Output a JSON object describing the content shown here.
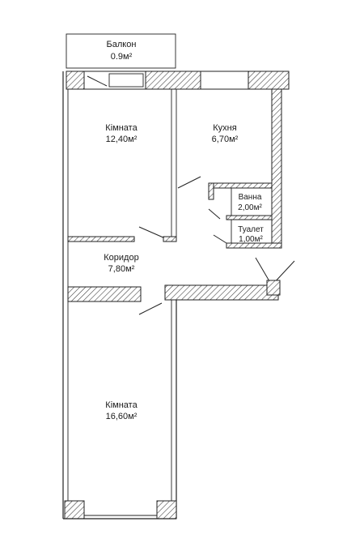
{
  "rooms": {
    "balcony": {
      "name": "Балкон",
      "area": "0.9м²"
    },
    "room1": {
      "name": "Кімната",
      "area": "12,40м²"
    },
    "kitchen": {
      "name": "Кухня",
      "area": "6,70м²"
    },
    "bath": {
      "name": "Ванна",
      "area": "2,00м²"
    },
    "toilet": {
      "name": "Туалет",
      "area": "1,00м²"
    },
    "corridor": {
      "name": "Коридор",
      "area": "7,80м²"
    },
    "room2": {
      "name": "Кімната",
      "area": "16,60м²"
    }
  },
  "colors": {
    "wall": "#222222",
    "hatch": "#333333",
    "background": "#ffffff"
  }
}
